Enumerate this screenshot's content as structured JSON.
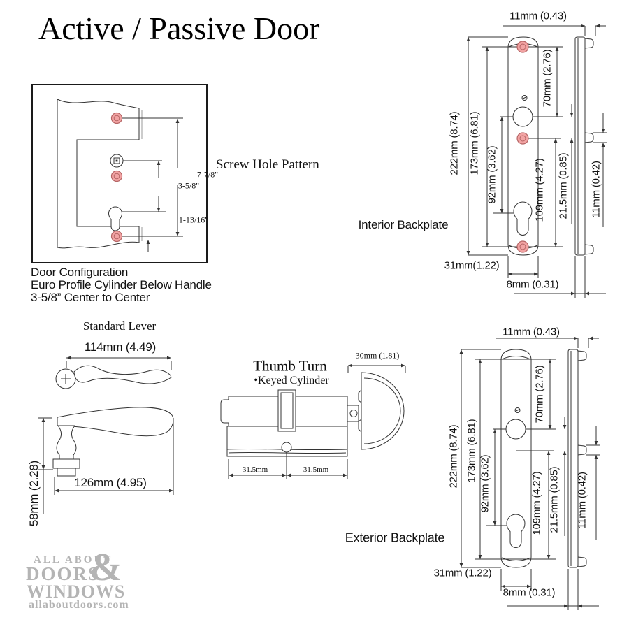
{
  "title": "Active / Passive Door",
  "screw_pattern": {
    "label": "Screw Hole Pattern",
    "dim_overall": "7-7/8\"",
    "dim_center_to_center": "3-5/8\"",
    "dim_cylinder_to_bottom": "1-13/16\"",
    "caption_line1": "Door Configuration",
    "caption_line2": "Euro Profile Cylinder Below Handle",
    "caption_line3": "3-5/8” Center to Center"
  },
  "lever": {
    "label": "Standard Lever",
    "dim_length_top": "114mm (4.49)",
    "dim_length_side": "126mm (4.95)",
    "dim_height": "58mm (2.28)"
  },
  "cylinder": {
    "label": "Thumb Turn",
    "bullet": "•Keyed Cylinder",
    "dim_thumbturn_width": "30mm (1.81)",
    "dim_left_half": "31.5mm",
    "dim_right_half": "31.5mm"
  },
  "interior_backplate": {
    "label": "Interior Backplate",
    "dim_top_offset": "11mm (0.43)",
    "dim_total_height": "222mm (8.74)",
    "dim_screw_spacing": "173mm (6.81)",
    "dim_handle_to_cylinder": "92mm (3.62)",
    "dim_screw_to_handle": "70mm (2.76)",
    "dim_handle_to_bottom_screw": "109mm (4.27)",
    "dim_tab_offset": "21.5mm (0.85)",
    "dim_tab_height": "11mm (0.42)",
    "dim_plate_width": "31mm(1.22)",
    "dim_plate_thickness": "8mm (0.31)"
  },
  "exterior_backplate": {
    "label": "Exterior Backplate",
    "dim_top_offset": "11mm (0.43)",
    "dim_total_height": "222mm (8.74)",
    "dim_screw_spacing": "173mm (6.81)",
    "dim_handle_to_cylinder": "92mm (3.62)",
    "dim_screw_to_handle": "70mm (2.76)",
    "dim_handle_to_bottom_screw": "109mm (4.27)",
    "dim_tab_offset": "21.5mm (0.85)",
    "dim_tab_height": "11mm (0.42)",
    "dim_plate_width": "31mm (1.22)",
    "dim_plate_thickness": "8mm (0.31)"
  },
  "logo": {
    "line1": "ALL ABOUT",
    "line2": "DOORS",
    "ampersand": "&",
    "line3": "WINDOWS",
    "url": "allaboutdoors.com"
  },
  "colors": {
    "line": "#333333",
    "screw_hole_fill": "#f2a3a3",
    "screw_hole_ring": "#b56565",
    "logo_gray": "#b4b4b4"
  }
}
